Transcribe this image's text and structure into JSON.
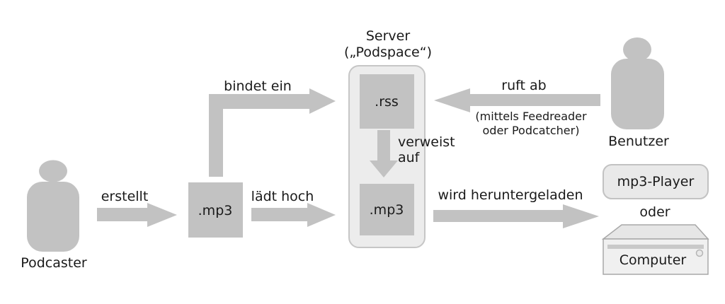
{
  "diagram": {
    "actors": {
      "podcaster_label": "Podcaster",
      "benutzer_label": "Benutzer"
    },
    "file_box": {
      "mp3_label": ".mp3"
    },
    "server": {
      "title_line1": "Server",
      "title_line2": "(„Podspace“)",
      "rss_label": ".rss",
      "mp3_label": ".mp3"
    },
    "flows": {
      "erstellt": "erstellt",
      "bindet_ein": "bindet ein",
      "laedt_hoch": "lädt hoch",
      "verweist_line1": "verweist",
      "verweist_line2": "auf",
      "ruft_ab": "ruft ab",
      "ruft_ab_note_line1": "(mittels Feedreader",
      "ruft_ab_note_line2": "oder Podcatcher)",
      "wird_heruntergeladen": "wird heruntergeladen"
    },
    "devices": {
      "mp3_player_label": "mp3-Player",
      "oder_label": "oder",
      "computer_label": "Computer"
    }
  },
  "colors": {
    "shape_gray": "#c2c2c2",
    "server_fill": "#ececec",
    "server_stroke": "#c6c6c6",
    "panel_fill": "#e9e9e9",
    "panel_stroke": "#c2c2c2",
    "computer_front_fill": "#f0f0f0",
    "computer_top_fill": "#e6e6e6",
    "computer_stroke": "#a8a8a8",
    "slot_fill": "#c9c9c9",
    "text": "#1a1a1a"
  }
}
